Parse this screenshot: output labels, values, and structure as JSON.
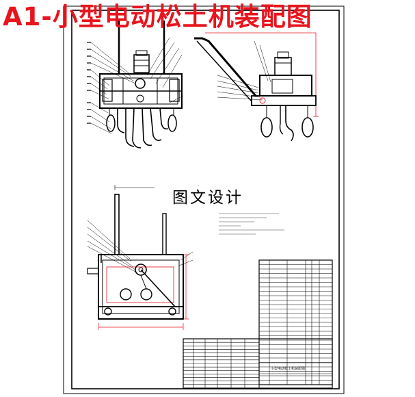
{
  "title": "A1-小型电动松土机装配图",
  "watermark": "图文设计",
  "title_block": {
    "drawing_name": "小型电动松土机装配图"
  },
  "colors": {
    "title": "#e8141e",
    "line": "#000000",
    "dimension": "#e8141e",
    "paper": "#ffffff"
  },
  "views": [
    "front-view",
    "side-view",
    "top-view"
  ],
  "parts_table": {
    "rows": 28
  },
  "title_block_rows": 14
}
